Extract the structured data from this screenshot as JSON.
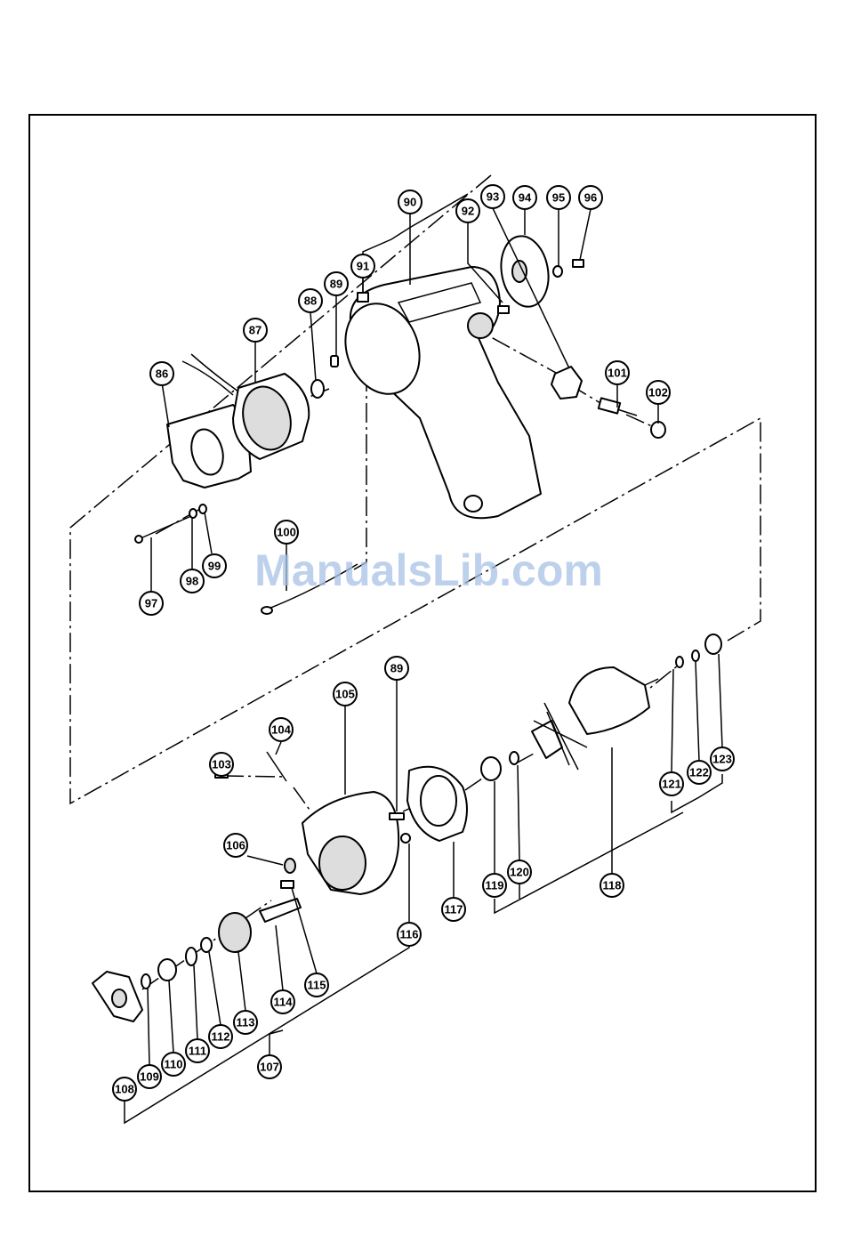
{
  "watermark": "ManualsLib.com",
  "callouts": {
    "c86": "86",
    "c87": "87",
    "c88": "88",
    "c89a": "89",
    "c90": "90",
    "c91": "91",
    "c92": "92",
    "c93": "93",
    "c94": "94",
    "c95": "95",
    "c96": "96",
    "c97": "97",
    "c98": "98",
    "c99": "99",
    "c100": "100",
    "c101": "101",
    "c102": "102",
    "c103": "103",
    "c104": "104",
    "c105": "105",
    "c89b": "89",
    "c106": "106",
    "c107": "107",
    "c108": "108",
    "c109": "109",
    "c110": "110",
    "c111": "111",
    "c112": "112",
    "c113": "113",
    "c114": "114",
    "c115": "115",
    "c116": "116",
    "c117": "117",
    "c118": "118",
    "c119": "119",
    "c120": "120",
    "c121": "121",
    "c122": "122",
    "c123": "123"
  }
}
